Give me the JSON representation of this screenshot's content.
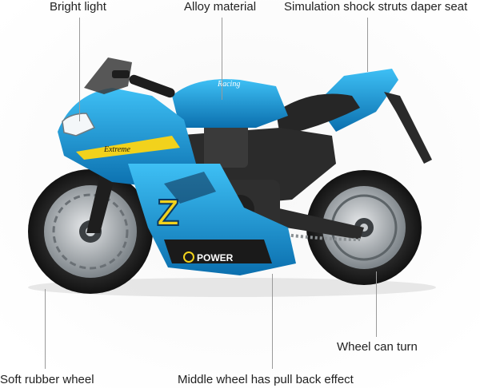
{
  "labels": {
    "bright_light": "Bright  light",
    "alloy_material": "Alloy  material",
    "shock_seat": "Simulation shock struts daper seat",
    "wheel_turn": "Wheel can turn",
    "soft_rubber": "Soft rubber wheel",
    "pull_back": "Middle wheel has pull back effect"
  },
  "decal": {
    "brand_text": "POWER",
    "race_number": "Z",
    "script_text": "Extreme",
    "tank_script": "Racing"
  },
  "colors": {
    "body_blue": "#1aa0e0",
    "body_blue_dark": "#0b6fae",
    "accent_yellow": "#f2d21c",
    "tire": "#1c1c1c",
    "rim": "#9ea4a8",
    "frame": "#2b2b2b"
  }
}
